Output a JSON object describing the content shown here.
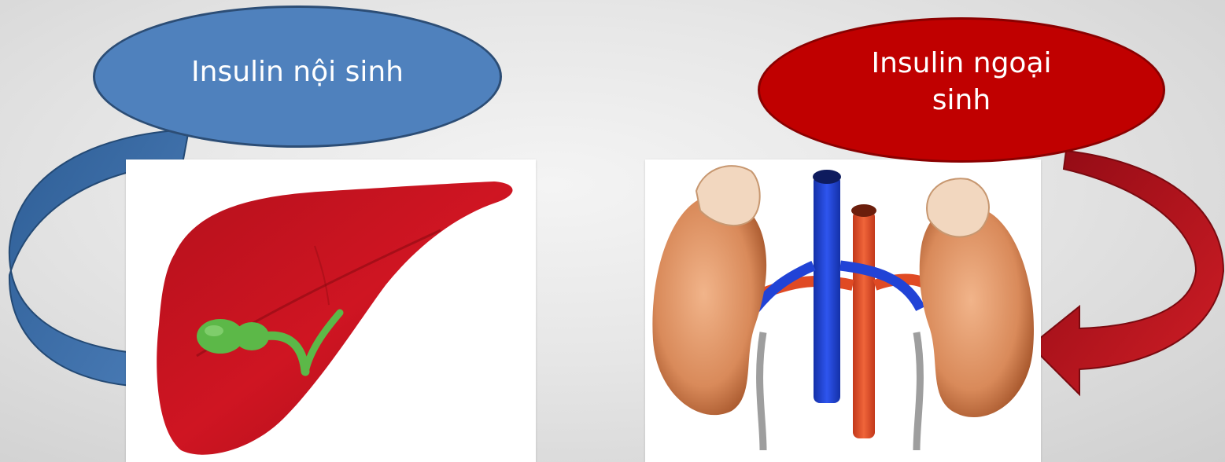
{
  "labels": {
    "endogenous": "Insulin nội sinh",
    "exogenous": "Insulin ngoại sinh"
  },
  "colors": {
    "endogenous_fill": "#4f81bd",
    "endogenous_arrow": "#3d6a9e",
    "exogenous_fill": "#c00000",
    "exogenous_arrow": "#b3141f",
    "liver": "#c8101e",
    "gallbladder": "#5cb848",
    "kidney": "#e0976a",
    "vein": "#1f3fd1",
    "artery": "#e04a24"
  },
  "icons": {
    "left_arrow": "curved-arrow-icon",
    "right_arrow": "curved-arrow-icon",
    "liver_image": "liver-illustration",
    "kidney_image": "kidneys-illustration"
  }
}
